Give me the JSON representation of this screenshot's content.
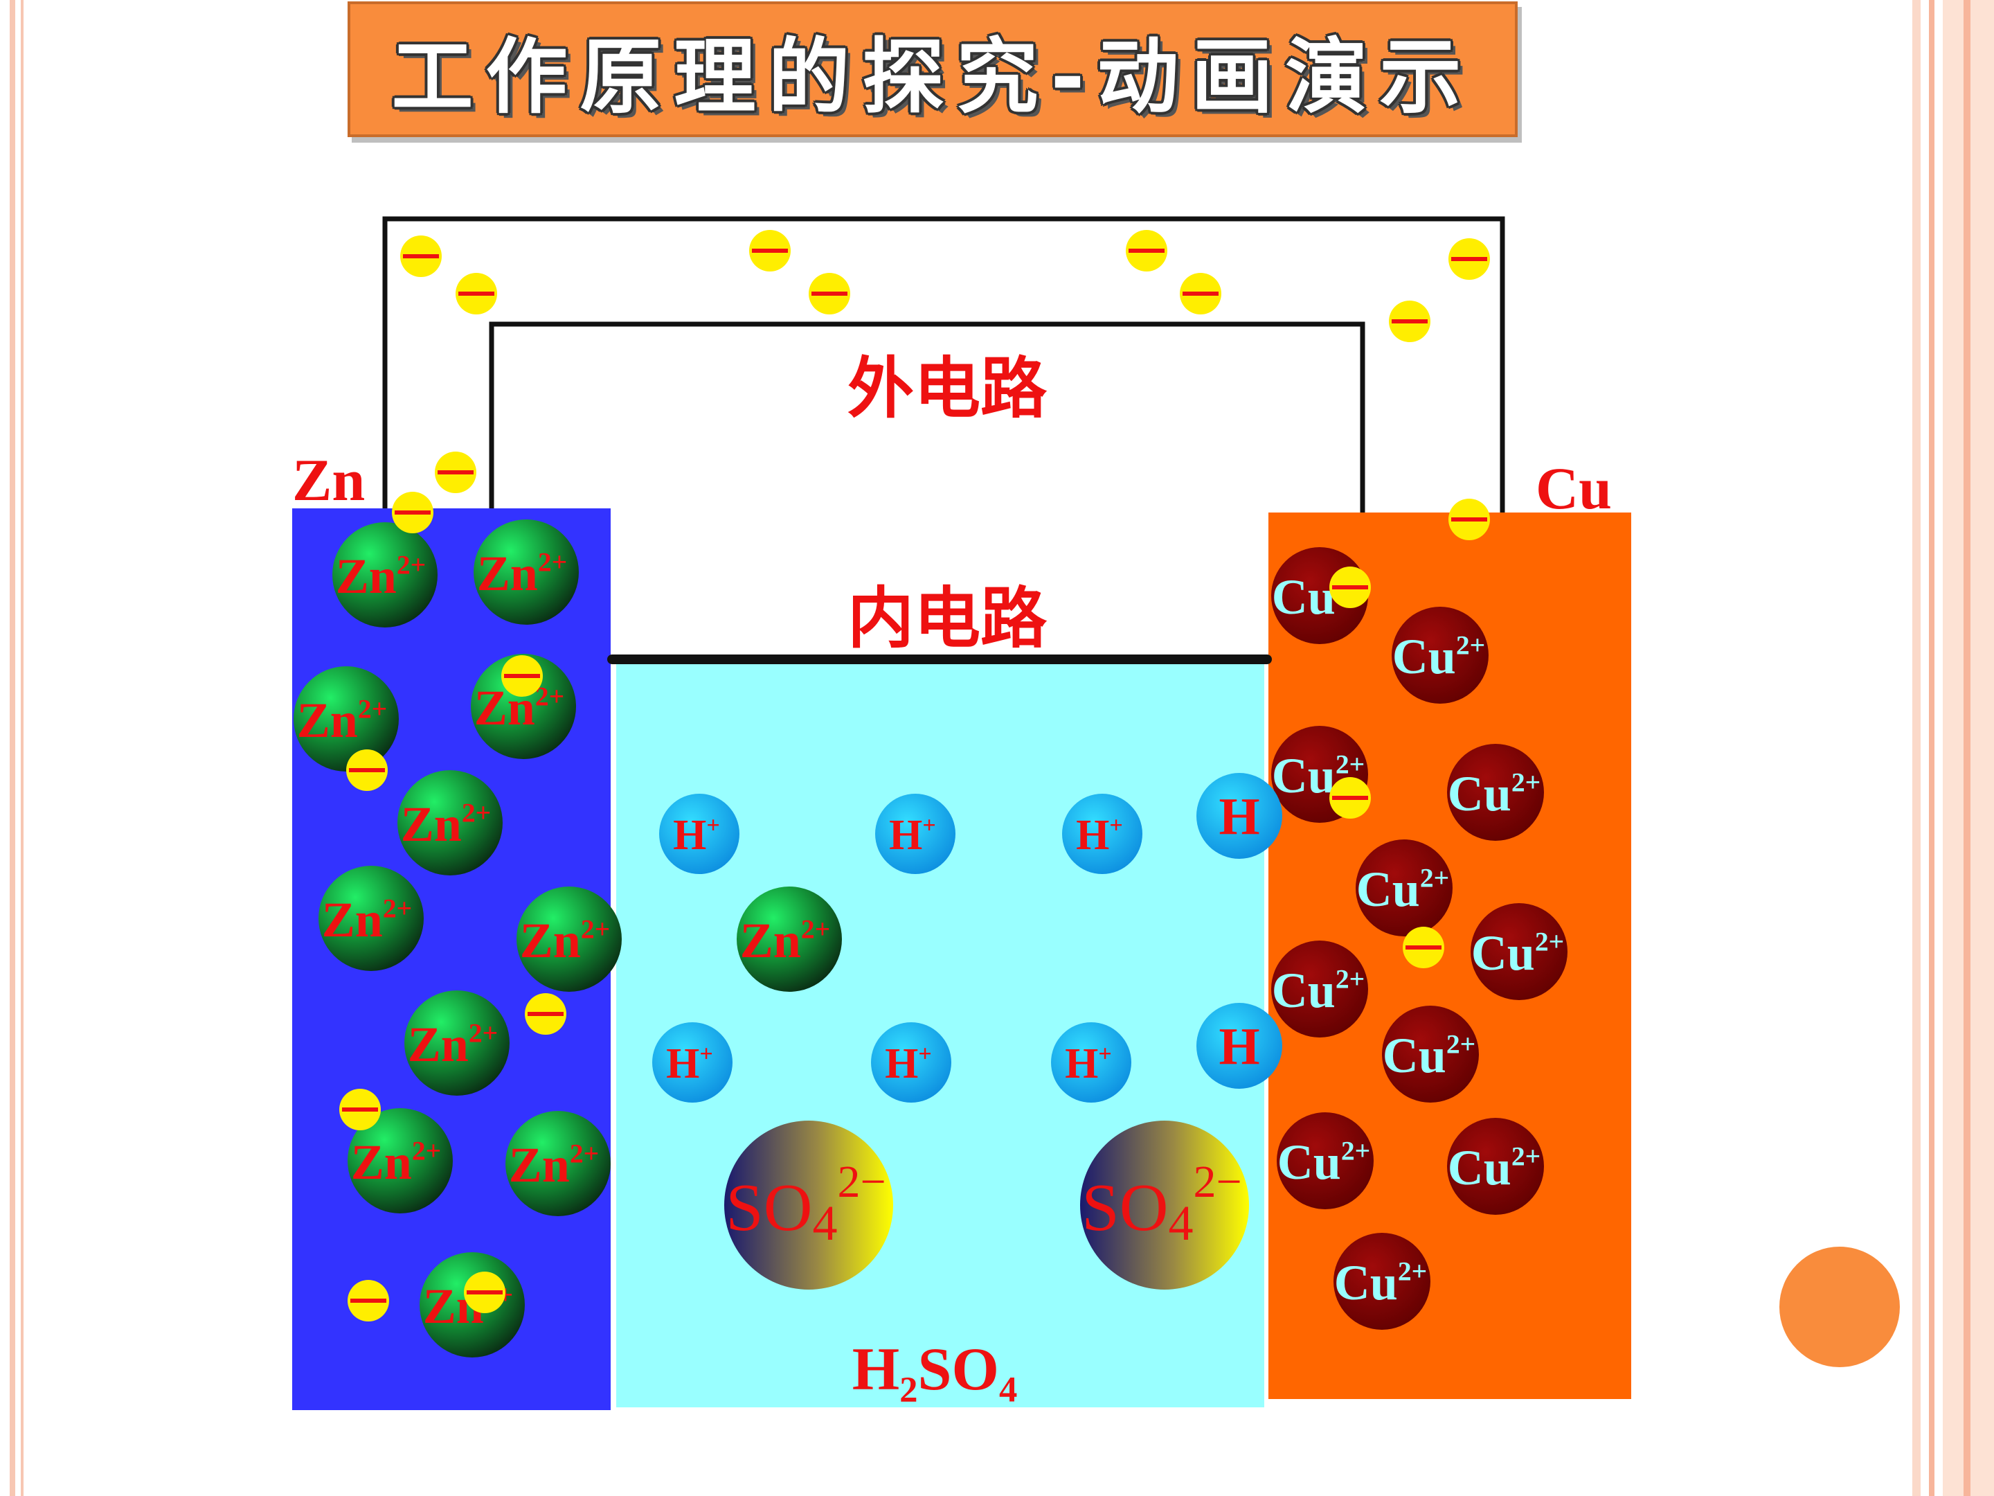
{
  "title": "工作原理的探究-动画演示",
  "labels": {
    "outer_circuit": "外电路",
    "inner_circuit": "内电路",
    "anode": "Zn",
    "cathode": "Cu",
    "electrolyte": "H₂SO₄"
  },
  "ions": {
    "zinc": {
      "symbol": "Zn",
      "charge": "2+"
    },
    "copper": {
      "symbol": "Cu",
      "charge": "2+"
    },
    "hydrogen": {
      "symbol": "H",
      "charge": "+"
    },
    "hydrogen_atom": {
      "symbol": "H"
    },
    "sulfate": {
      "symbol": "SO",
      "subscript": "4",
      "charge": "2−"
    }
  },
  "electron_symbol": "−",
  "colors": {
    "title_bg": "#f98c3c",
    "zinc_electrode": "#3333ff",
    "copper_electrode": "#ff6600",
    "electrolyte": "#99ffff",
    "label_red": "#ee1111",
    "electron": "#ffee00",
    "copper_ion": "#8b0000",
    "copper_ion_text": "#99ffff"
  }
}
